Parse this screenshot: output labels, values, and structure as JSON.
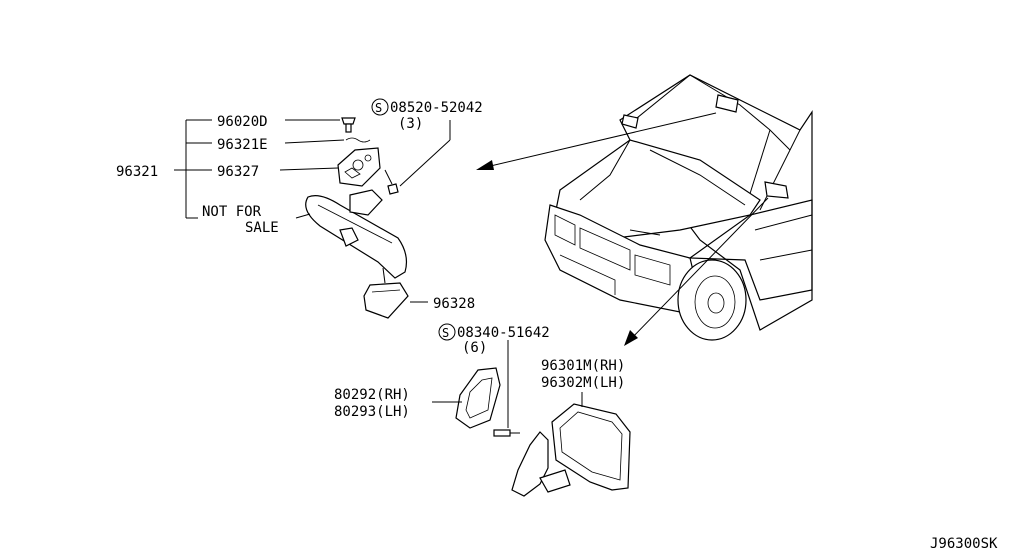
{
  "labels": {
    "p96020d": "96020D",
    "p96321e": "96321E",
    "p96321": "96321",
    "p96327": "96327",
    "not_for": "NOT FOR",
    "sale": "SALE",
    "p96328": "96328",
    "bolt1": "08520-52042",
    "bolt1_qty": "(3)",
    "bolt2": "08340-51642",
    "bolt2_qty": "(6)",
    "p96301m": "96301M(RH)",
    "p96302m": "96302M(LH)",
    "p80292": "80292(RH)",
    "p80293": "80293(LH)",
    "screw_symbol": "S",
    "diagram_code": "J96300SK"
  }
}
